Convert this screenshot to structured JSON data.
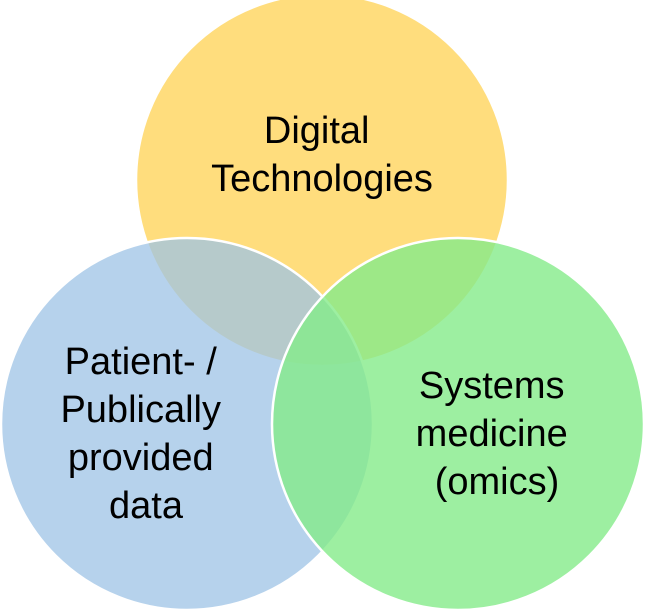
{
  "diagram": {
    "type": "venn",
    "circles": [
      {
        "id": "digital",
        "label_lines": [
          "Digital",
          "Technologies"
        ],
        "color": "#FFD766"
      },
      {
        "id": "patient",
        "label_lines": [
          "Patient- /",
          "Publically",
          "provided",
          "data"
        ],
        "color": "#9DC3E6"
      },
      {
        "id": "systems",
        "label_lines": [
          "Systems",
          "medicine",
          "(omics)"
        ],
        "color": "#84EB8A"
      }
    ]
  }
}
